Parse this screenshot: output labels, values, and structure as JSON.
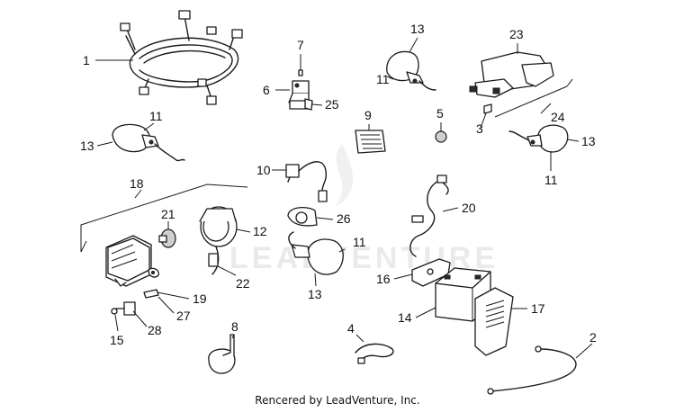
{
  "diagram": {
    "callouts": {
      "c1": "1",
      "c2": "2",
      "c3": "3",
      "c4": "4",
      "c5": "5",
      "c6": "6",
      "c7": "7",
      "c8": "8",
      "c9": "9",
      "c10": "10",
      "c11a": "11",
      "c11b": "11",
      "c11c": "11",
      "c11d": "11",
      "c12": "12",
      "c13a": "13",
      "c13b": "13",
      "c13c": "13",
      "c13d": "13",
      "c14": "14",
      "c15": "15",
      "c16": "16",
      "c17": "17",
      "c18": "18",
      "c19": "19",
      "c20": "20",
      "c21": "21",
      "c22": "22",
      "c23": "23",
      "c24": "24",
      "c25": "25",
      "c26": "26",
      "c27": "27",
      "c28": "28"
    },
    "footer": "Rencered by LeadVenture, Inc.",
    "watermark": "LEADVENTURE"
  }
}
